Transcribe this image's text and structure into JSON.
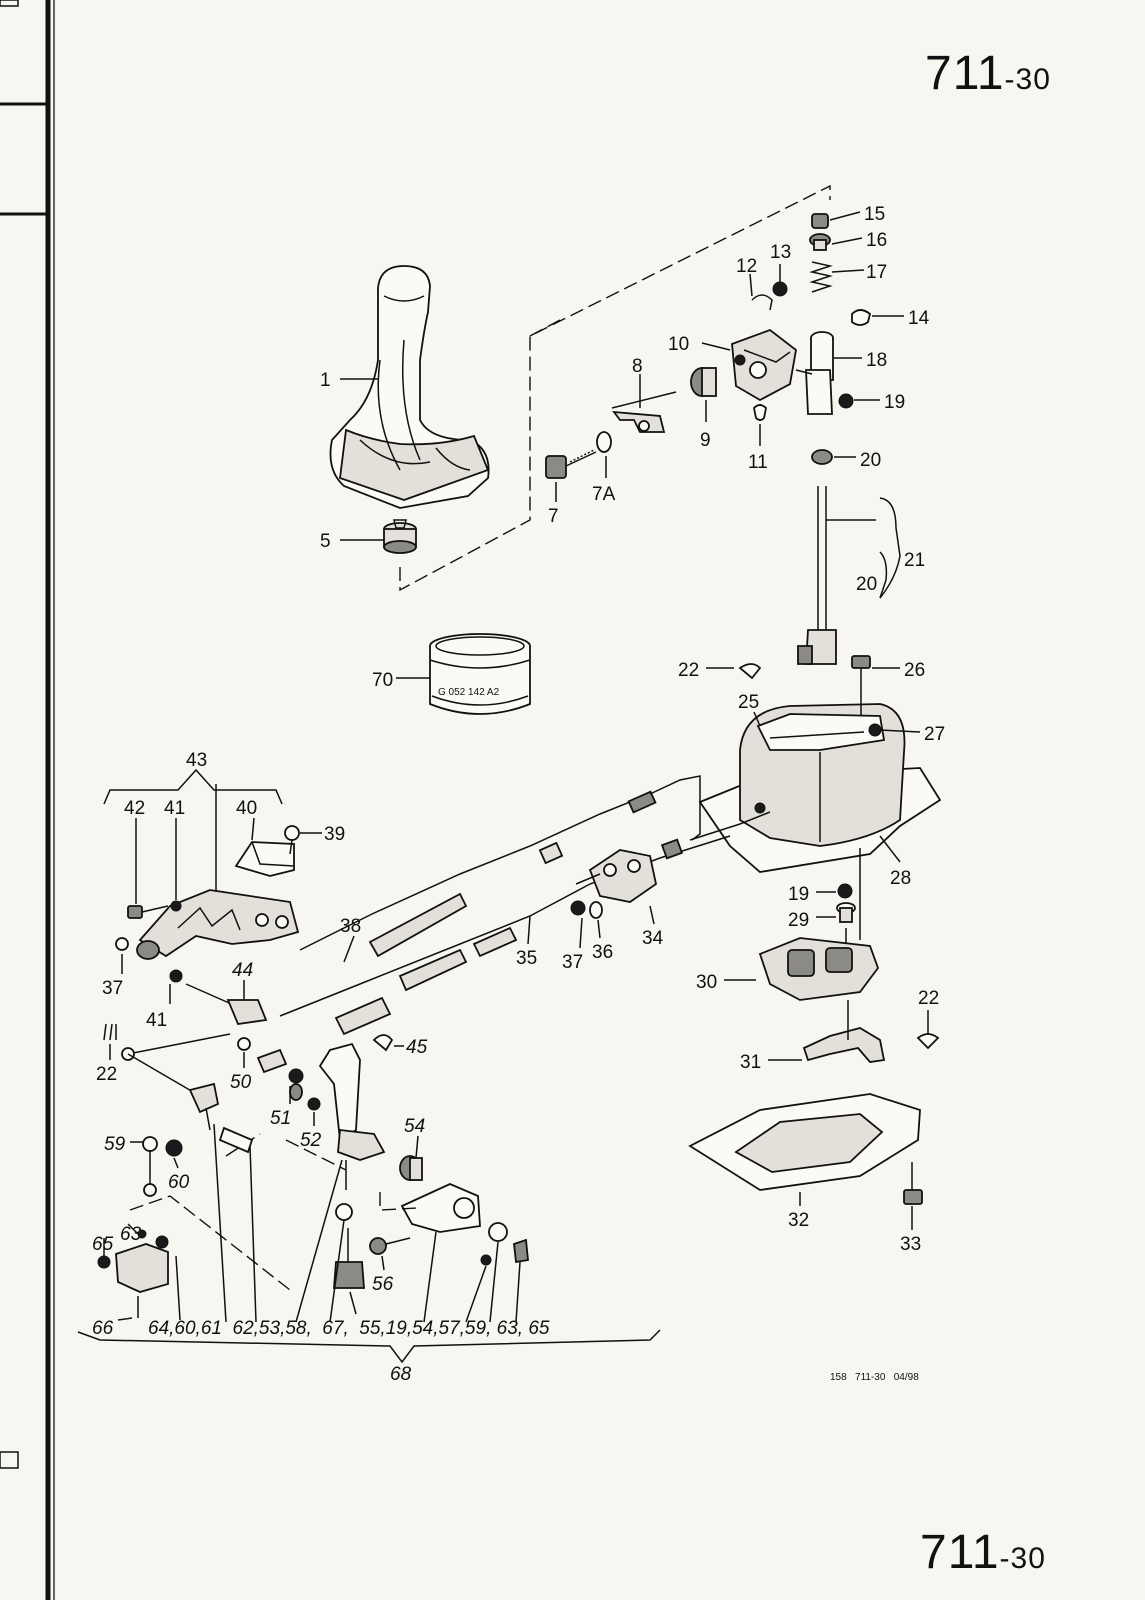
{
  "page_code": {
    "main": "711",
    "suffix": "-30"
  },
  "footer_ref": "158   711-30   04/98",
  "tin_marking": "G 052 142 A2",
  "callouts": {
    "c1": "1",
    "c5": "5",
    "c7": "7",
    "c7a": "7A",
    "c8": "8",
    "c9": "9",
    "c10": "10",
    "c11": "11",
    "c12": "12",
    "c13": "13",
    "c14": "14",
    "c15": "15",
    "c16": "16",
    "c17": "17",
    "c18": "18",
    "c19a": "19",
    "c20a": "20",
    "c21": "21",
    "c20b": "20",
    "c22a": "22",
    "c25": "25",
    "c26": "26",
    "c27": "27",
    "c28": "28",
    "c19b": "19",
    "c29": "29",
    "c30": "30",
    "c22b": "22",
    "c31": "31",
    "c32": "32",
    "c33": "33",
    "c34": "34",
    "c35": "35",
    "c36": "36",
    "c37a": "37",
    "c38": "38",
    "c39": "39",
    "c40": "40",
    "c41a": "41",
    "c42": "42",
    "c43": "43",
    "c44": "44",
    "c37b": "37",
    "c41b": "41",
    "c45": "45",
    "c22c": "22",
    "c50": "50",
    "c51": "51",
    "c52": "52",
    "c54": "54",
    "c59": "59",
    "c60": "60",
    "c56": "56",
    "c65": "65",
    "c63": "63",
    "c66": "66",
    "c70": "70",
    "c68": "68"
  },
  "kit_list": "64,60,61  62,53,58,  67,  55,19,54,57,59, 63, 65"
}
